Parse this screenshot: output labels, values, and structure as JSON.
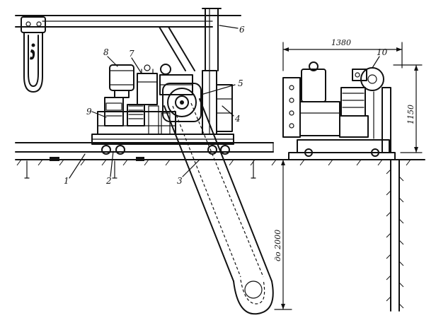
{
  "callouts": {
    "c1": "1",
    "c2": "2",
    "c3": "3",
    "c4": "4",
    "c5": "5",
    "c6": "6",
    "c7": "7",
    "c8": "8",
    "c9": "9",
    "c10": "10"
  },
  "dimensions": {
    "width": "1380",
    "height": "1150",
    "depth": "до 2000"
  }
}
